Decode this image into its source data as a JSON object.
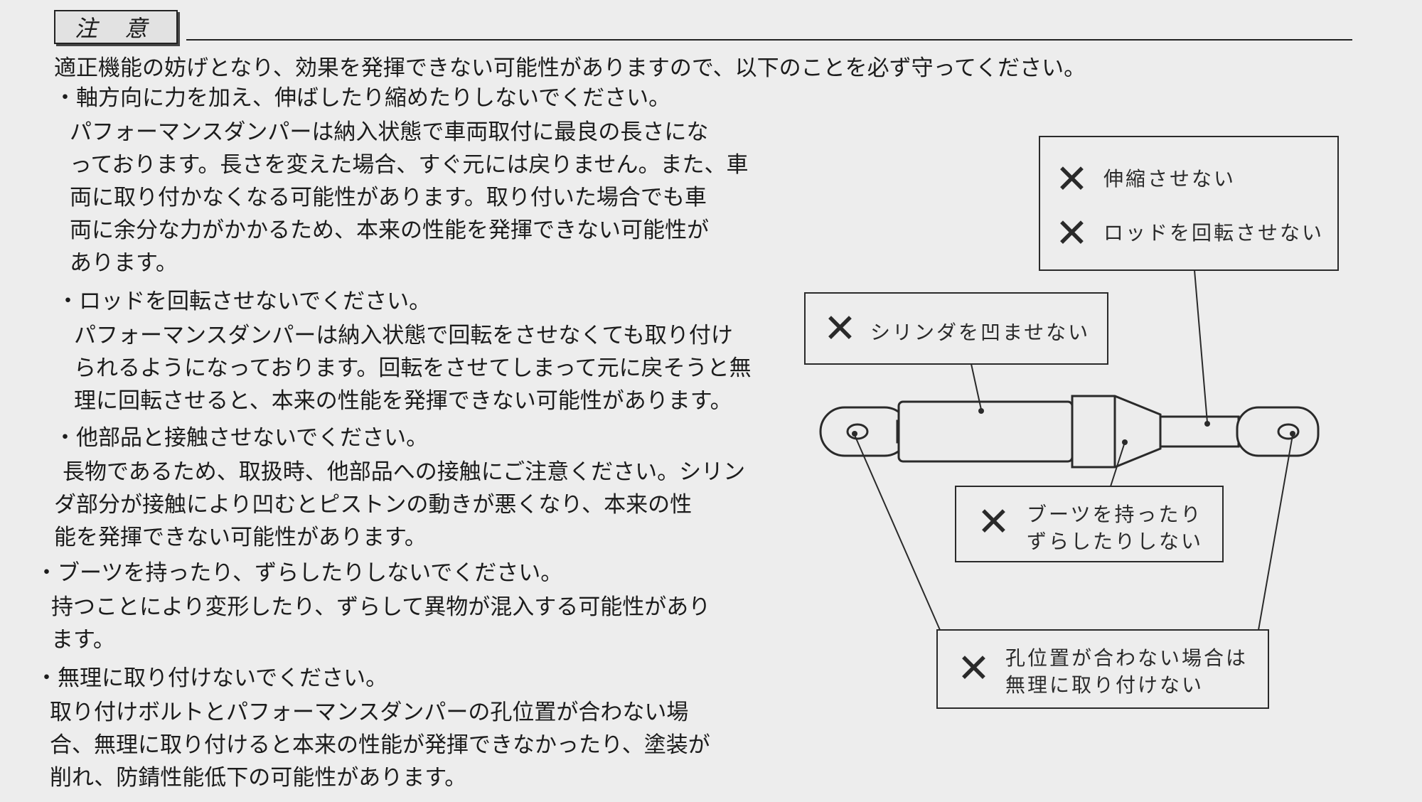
{
  "heading": "注 意",
  "intro": "適正機能の妨げとなり、効果を発揮できない可能性がありますので、以下のことを必ず守ってください。",
  "items": [
    {
      "title": "・軸方向に力を加え、伸ばしたり縮めたりしないでください。",
      "body": [
        "パフォーマンスダンパーは納入状態で車両取付に最良の長さにな",
        "っております。長さを変えた場合、すぐ元には戻りません。また、車",
        "両に取り付かなくなる可能性があります。取り付いた場合でも車",
        "両に余分な力がかかるため、本来の性能を発揮できない可能性が",
        "あります。"
      ]
    },
    {
      "title": "・ロッドを回転させないでください。",
      "body": [
        "パフォーマンスダンパーは納入状態で回転をさせなくても取り付け",
        "られるようになっております。回転をさせてしまって元に戻そうと無",
        "理に回転させると、本来の性能を発揮できない可能性があります。"
      ]
    },
    {
      "title": "・他部品と接触させないでください。",
      "body": [
        "長物であるため、取扱時、他部品への接触にご注意ください。シリン",
        "ダ部分が接触により凹むとピストンの動きが悪くなり、本来の性",
        "能を発揮できない可能性があります。"
      ]
    },
    {
      "title": "・ブーツを持ったり、ずらしたりしないでください。",
      "body": [
        "持つことにより変形したり、ずらして異物が混入する可能性があり",
        "ます。"
      ]
    },
    {
      "title": "・無理に取り付けないでください。",
      "body": [
        "取り付けボルトとパフォーマンスダンパーの孔位置が合わない場",
        "合、無理に取り付けると本来の性能が発揮できなかったり、塗装が",
        "削れ、防錆性能低下の可能性があります。"
      ]
    }
  ],
  "diagram": {
    "rod_callout": [
      "伸縮させない",
      "ロッドを回転させない"
    ],
    "cylinder_callout": "シリンダを凹ませない",
    "boot_callout": [
      "ブーツを持ったり",
      "ずらしたりしない"
    ],
    "hole_callout": [
      "孔位置が合わない場合は",
      "無理に取り付けない"
    ],
    "x_mark": "✕"
  }
}
